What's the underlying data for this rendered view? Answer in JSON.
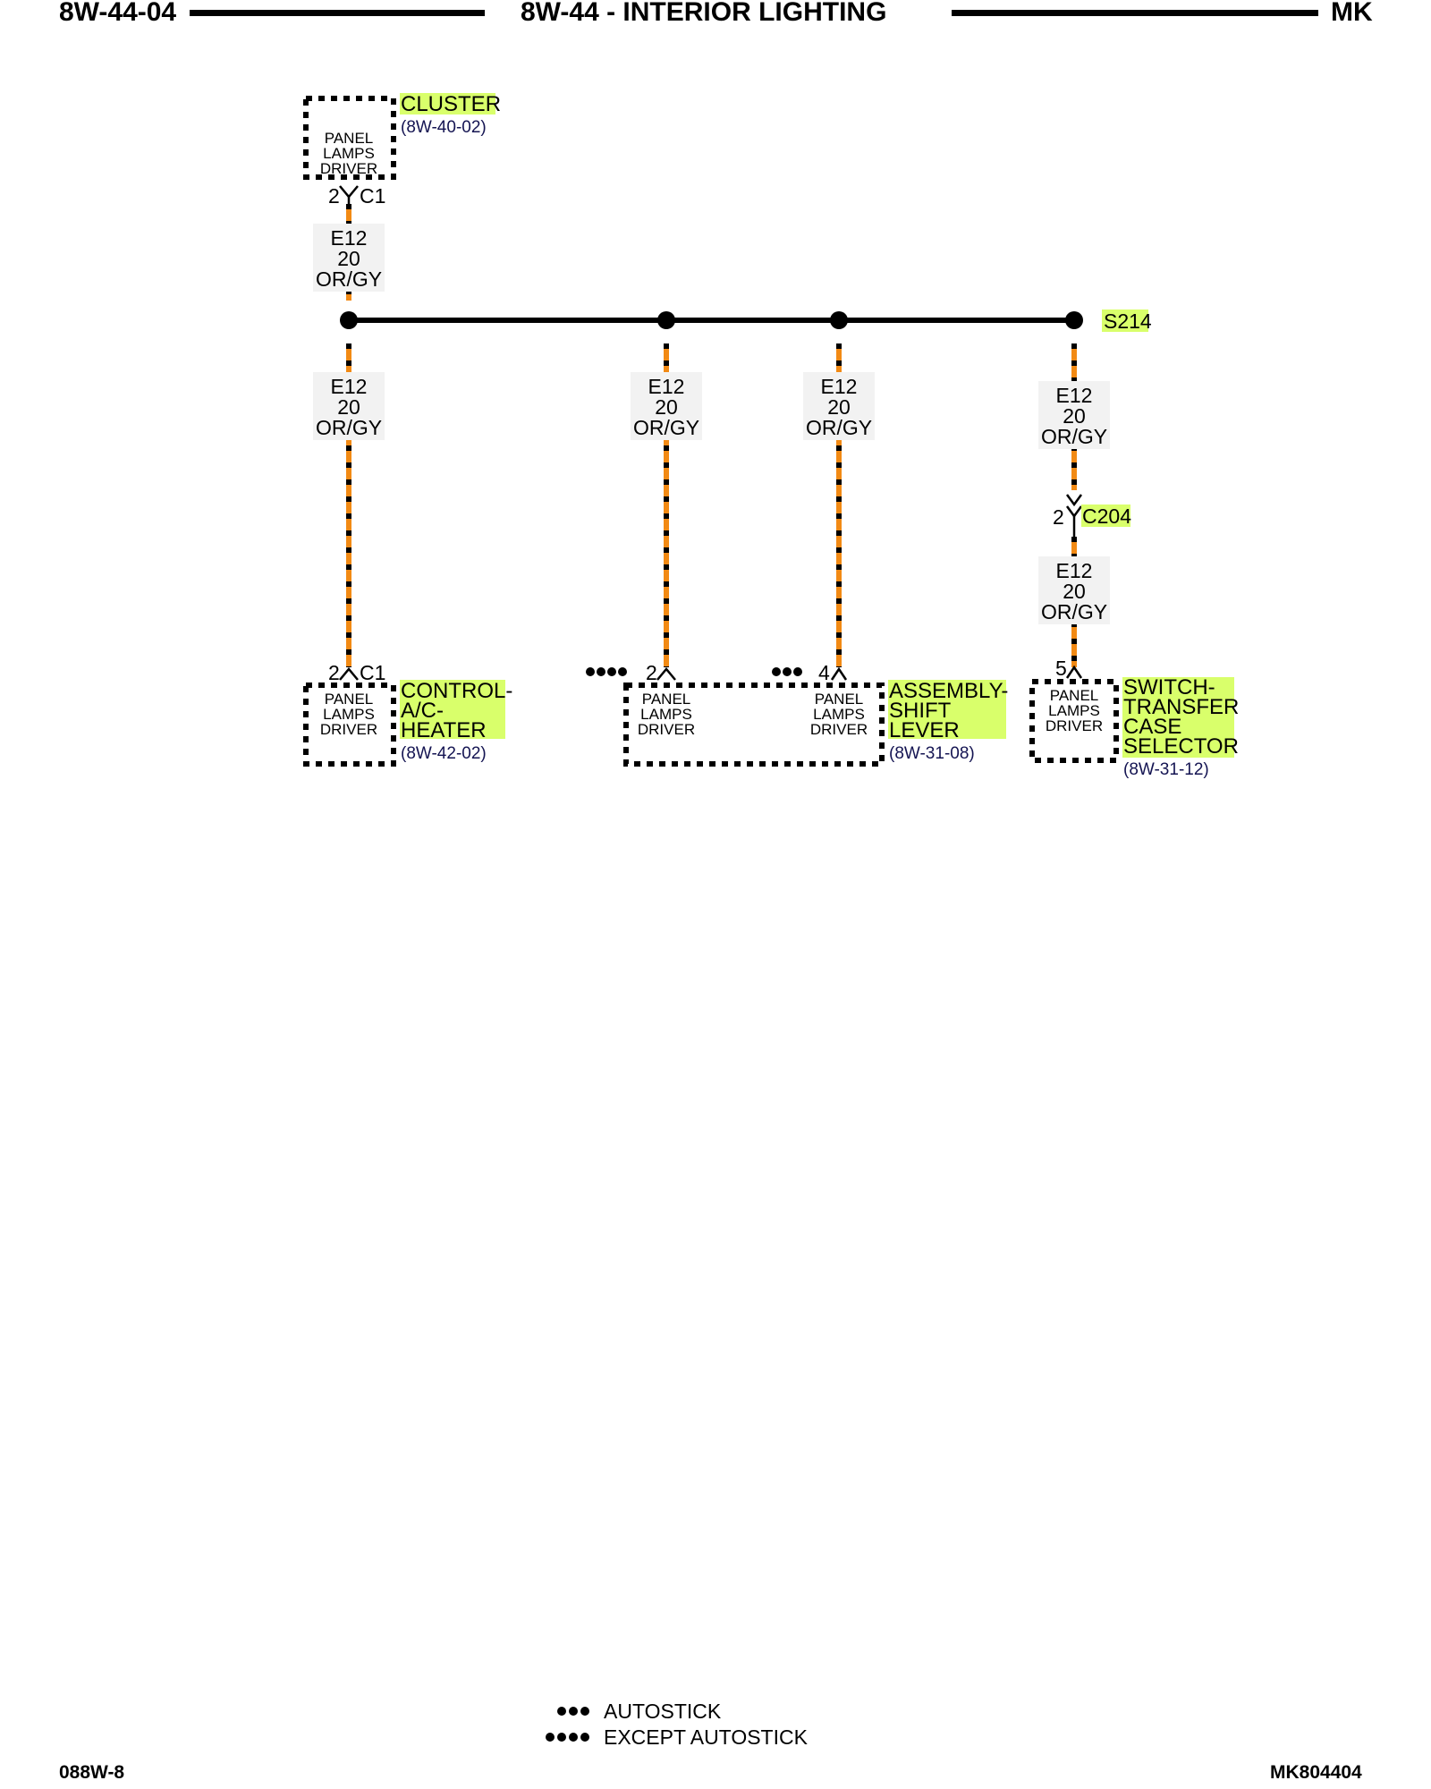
{
  "header": {
    "page_id": "8W-44-04",
    "title": "8W-44 - INTERIOR LIGHTING",
    "model": "MK"
  },
  "footer": {
    "left_code": "088W-8",
    "right_code": "MK804404"
  },
  "colors": {
    "wire": "#f28a14",
    "highlight": "#d9ff6b",
    "reference_text": "#141452"
  },
  "wire_label": {
    "circuit": "E12",
    "gauge": "20",
    "color": "OR/GY"
  },
  "splice": "S214",
  "connector_c204": {
    "pin": "2",
    "name": "C204"
  },
  "components": {
    "cluster": {
      "name": "CLUSTER",
      "ref": "(8W-40-02)",
      "module_lines": [
        "PANEL",
        "LAMPS",
        "DRIVER"
      ],
      "pin": "2",
      "connector": "C1"
    },
    "hvac_control": {
      "name_lines": [
        "CONTROL-",
        "A/C-",
        "HEATER"
      ],
      "ref": "(8W-42-02)",
      "module_lines": [
        "PANEL",
        "LAMPS",
        "DRIVER"
      ],
      "pin": "2",
      "connector": "C1"
    },
    "shift_lever": {
      "name_lines": [
        "ASSEMBLY-",
        "SHIFT",
        "LEVER"
      ],
      "ref": "(8W-31-08)",
      "module_a_lines": [
        "PANEL",
        "LAMPS",
        "DRIVER"
      ],
      "module_b_lines": [
        "PANEL",
        "LAMPS",
        "DRIVER"
      ],
      "pin_a": "2",
      "pin_b": "4"
    },
    "transfer_case_switch": {
      "name_lines": [
        "SWITCH-",
        "TRANSFER",
        "CASE",
        "SELECTOR"
      ],
      "ref": "(8W-31-12)",
      "module_lines": [
        "PANEL",
        "LAMPS",
        "DRIVER"
      ],
      "pin": "5"
    }
  },
  "legend": [
    {
      "dots": "●●●",
      "label": "AUTOSTICK"
    },
    {
      "dots": "●●●●",
      "label": "EXCEPT AUTOSTICK"
    }
  ]
}
